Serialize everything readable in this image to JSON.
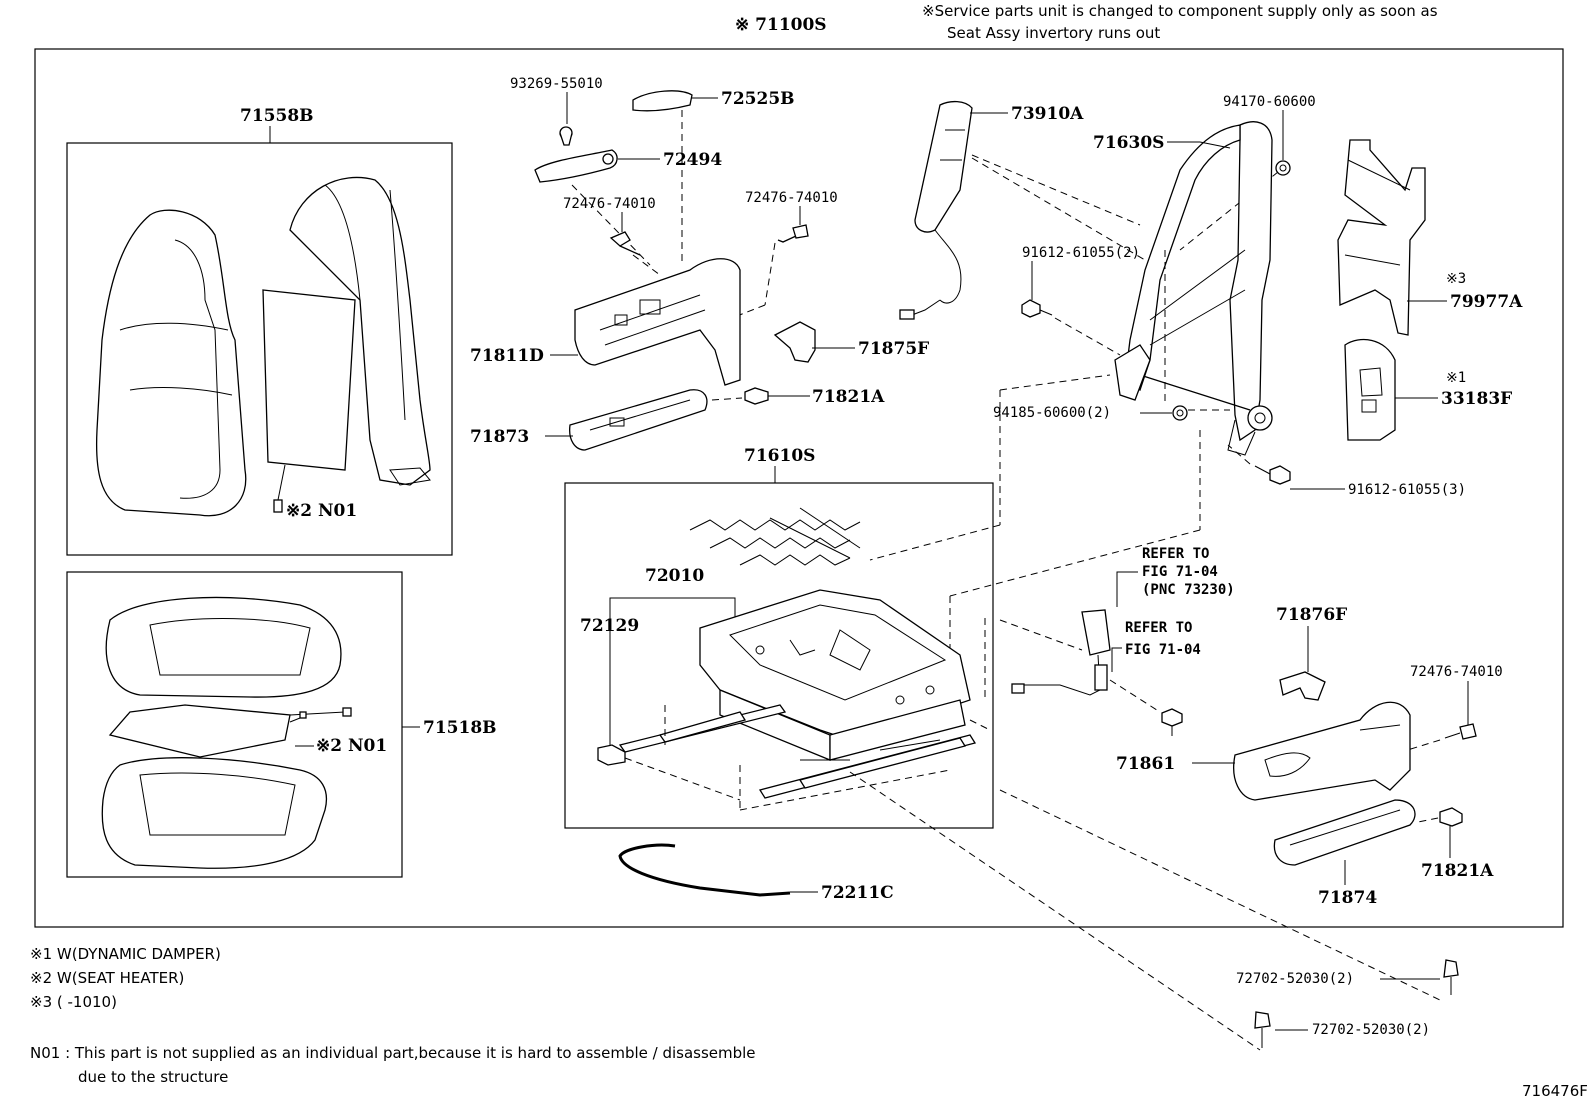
{
  "header": {
    "assembly": "※ 71100S",
    "service_note_1": "※Service parts unit is changed to component supply only as soon as",
    "service_note_2": "Seat Assy invertory runs out"
  },
  "callouts": {
    "p71558B": "71558B",
    "p71518B": "71518B",
    "n01_back": "※2 N01",
    "n01_cushion": "※2 N01",
    "p93269": "93269-55010",
    "p72525B": "72525B",
    "p72494": "72494",
    "p72476_a": "72476-74010",
    "p72476_b": "72476-74010",
    "p71811D": "71811D",
    "p71875F": "71875F",
    "p71821A_a": "71821A",
    "p71873": "71873",
    "p73910A": "73910A",
    "p94170": "94170-60600",
    "p71630S": "71630S",
    "p91612_2": "91612-61055(2)",
    "p94185": "94185-60600(2)",
    "p79977A_mark": "※3",
    "p79977A": "79977A",
    "p33183F_mark": "※1",
    "p33183F": "33183F",
    "p91612_3": "91612-61055(3)",
    "p71610S": "71610S",
    "p72010": "72010",
    "p72129": "72129",
    "refer1_a": "REFER TO",
    "refer1_b": "FIG 71-04",
    "refer1_c": "(PNC 73230)",
    "refer2_a": "REFER TO",
    "refer2_b": "FIG 71-04",
    "p71876F": "71876F",
    "p72476_c": "72476-74010",
    "p71861": "71861",
    "p71821A_b": "71821A",
    "p71874": "71874",
    "p72211C": "72211C",
    "p72702_a": "72702-52030(2)",
    "p72702_b": "72702-52030(2)"
  },
  "legend": {
    "l1": "※1  W(DYNAMIC  DAMPER)",
    "l2": "※2  W(SEAT HEATER)",
    "l3": "※3  (       -1010)",
    "n01_a": "N01 : This part is not supplied as an individual part,because it is hard to assemble / disassemble",
    "n01_b": "due to the structure"
  },
  "figure_id": "716476F"
}
